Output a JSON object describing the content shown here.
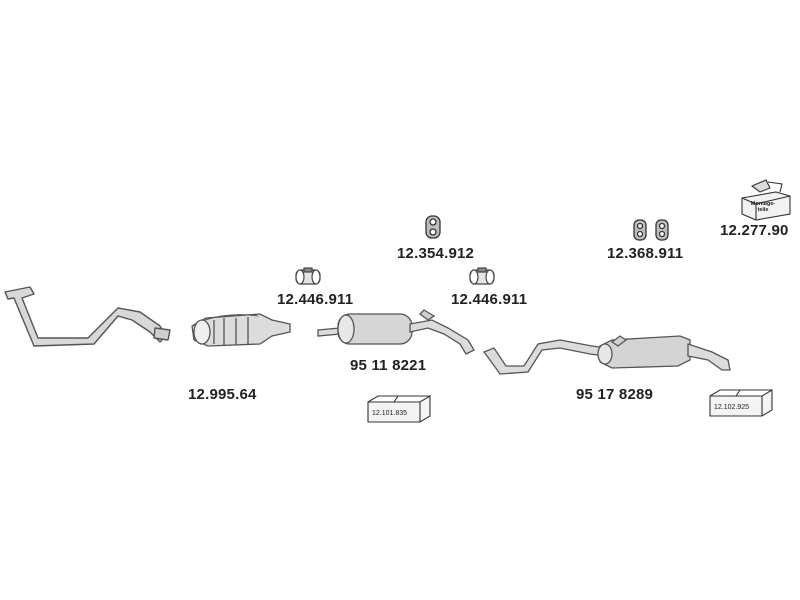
{
  "parts": {
    "front_pipe": {
      "number": "12.995.64"
    },
    "catalytic_converter": {
      "number": ""
    },
    "front_silencer": {
      "number": "95 11 8221"
    },
    "rear_silencer": {
      "number": "95 17 8289"
    },
    "clamp_left": {
      "number": "12.446.911"
    },
    "clamp_right": {
      "number": "12.446.911"
    },
    "rubber_mount_center": {
      "number": "12.354.912"
    },
    "rubber_mount_rear": {
      "number": "12.368.911"
    },
    "mounting_kit": {
      "number": "12.277.90",
      "box_text": "Montage-teile"
    },
    "mount_kit_box_1": {
      "number": "12.101.835"
    },
    "mount_kit_box_2": {
      "number": "12.102.925"
    }
  },
  "colors": {
    "part_fill": "#d9d9d9",
    "part_stroke": "#555555",
    "text": "#222222"
  }
}
